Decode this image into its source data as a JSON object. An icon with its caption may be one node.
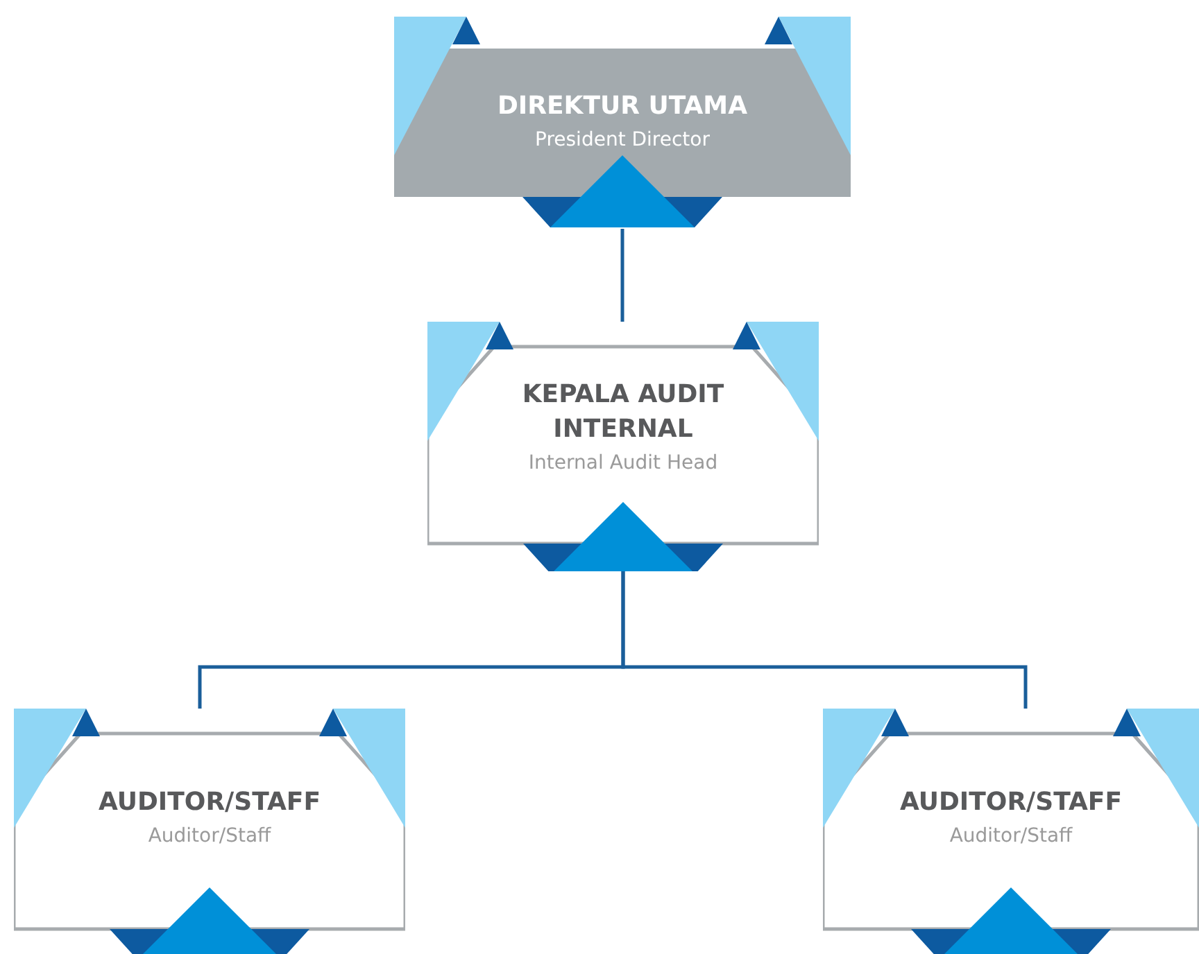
{
  "diagram": {
    "nodes": [
      {
        "text": [
          "DIREKTUR UTAMA",
          "President Director"
        ]
      },
      {
        "text": [
          "KEPALA AUDIT INTERNAL",
          "Internal Audit Head"
        ]
      },
      {
        "text": [
          "AUDITOR/STAFF",
          "Auditor/Staff"
        ]
      },
      {
        "text": [
          "AUDITOR/STAFF",
          "Auditor/Staff"
        ]
      }
    ],
    "edges": [
      {
        "from": 0,
        "to": 1,
        "arrow": "none"
      },
      {
        "from": 1,
        "to": 2,
        "arrow": "none"
      },
      {
        "from": 1,
        "to": 3,
        "arrow": "none"
      }
    ]
  }
}
